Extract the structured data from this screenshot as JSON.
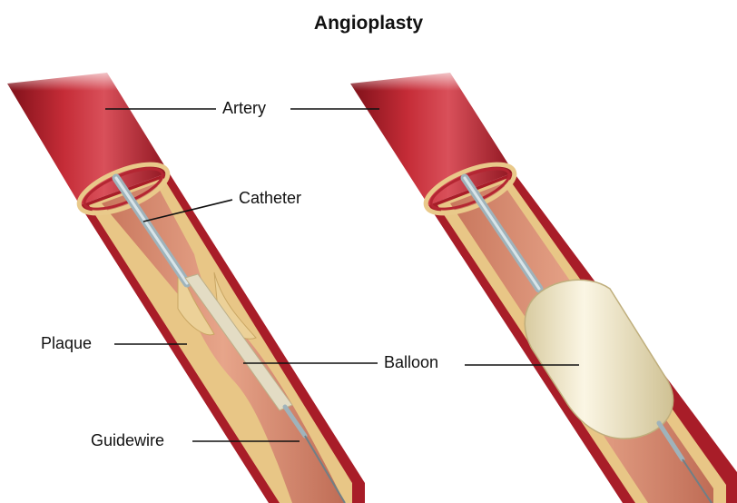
{
  "title": "Angioplasty",
  "labels": {
    "artery": "Artery",
    "catheter": "Catheter",
    "plaque": "Plaque",
    "balloon": "Balloon",
    "guidewire": "Guidewire"
  },
  "colors": {
    "artery_wall": "#b8232e",
    "artery_inner": "#d98a6e",
    "plaque": "#e9c98a",
    "balloon": "#efe6c8",
    "catheter": "#b9c9cf",
    "leader_line": "#111111"
  }
}
